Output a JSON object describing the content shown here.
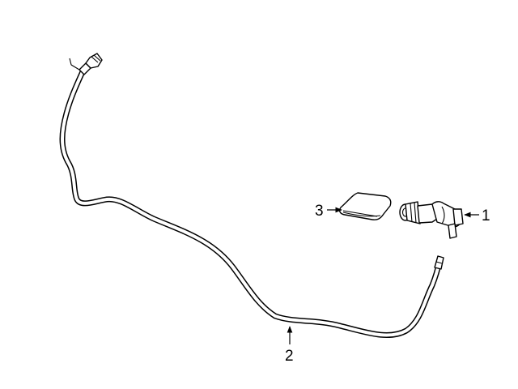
{
  "colors": {
    "background": "#ffffff",
    "linework": "#000000"
  },
  "callouts": [
    {
      "id": "1",
      "label": "1",
      "part": "washer-nozzle"
    },
    {
      "id": "2",
      "label": "2",
      "part": "washer-hose"
    },
    {
      "id": "3",
      "label": "3",
      "part": "nozzle-cover"
    }
  ]
}
